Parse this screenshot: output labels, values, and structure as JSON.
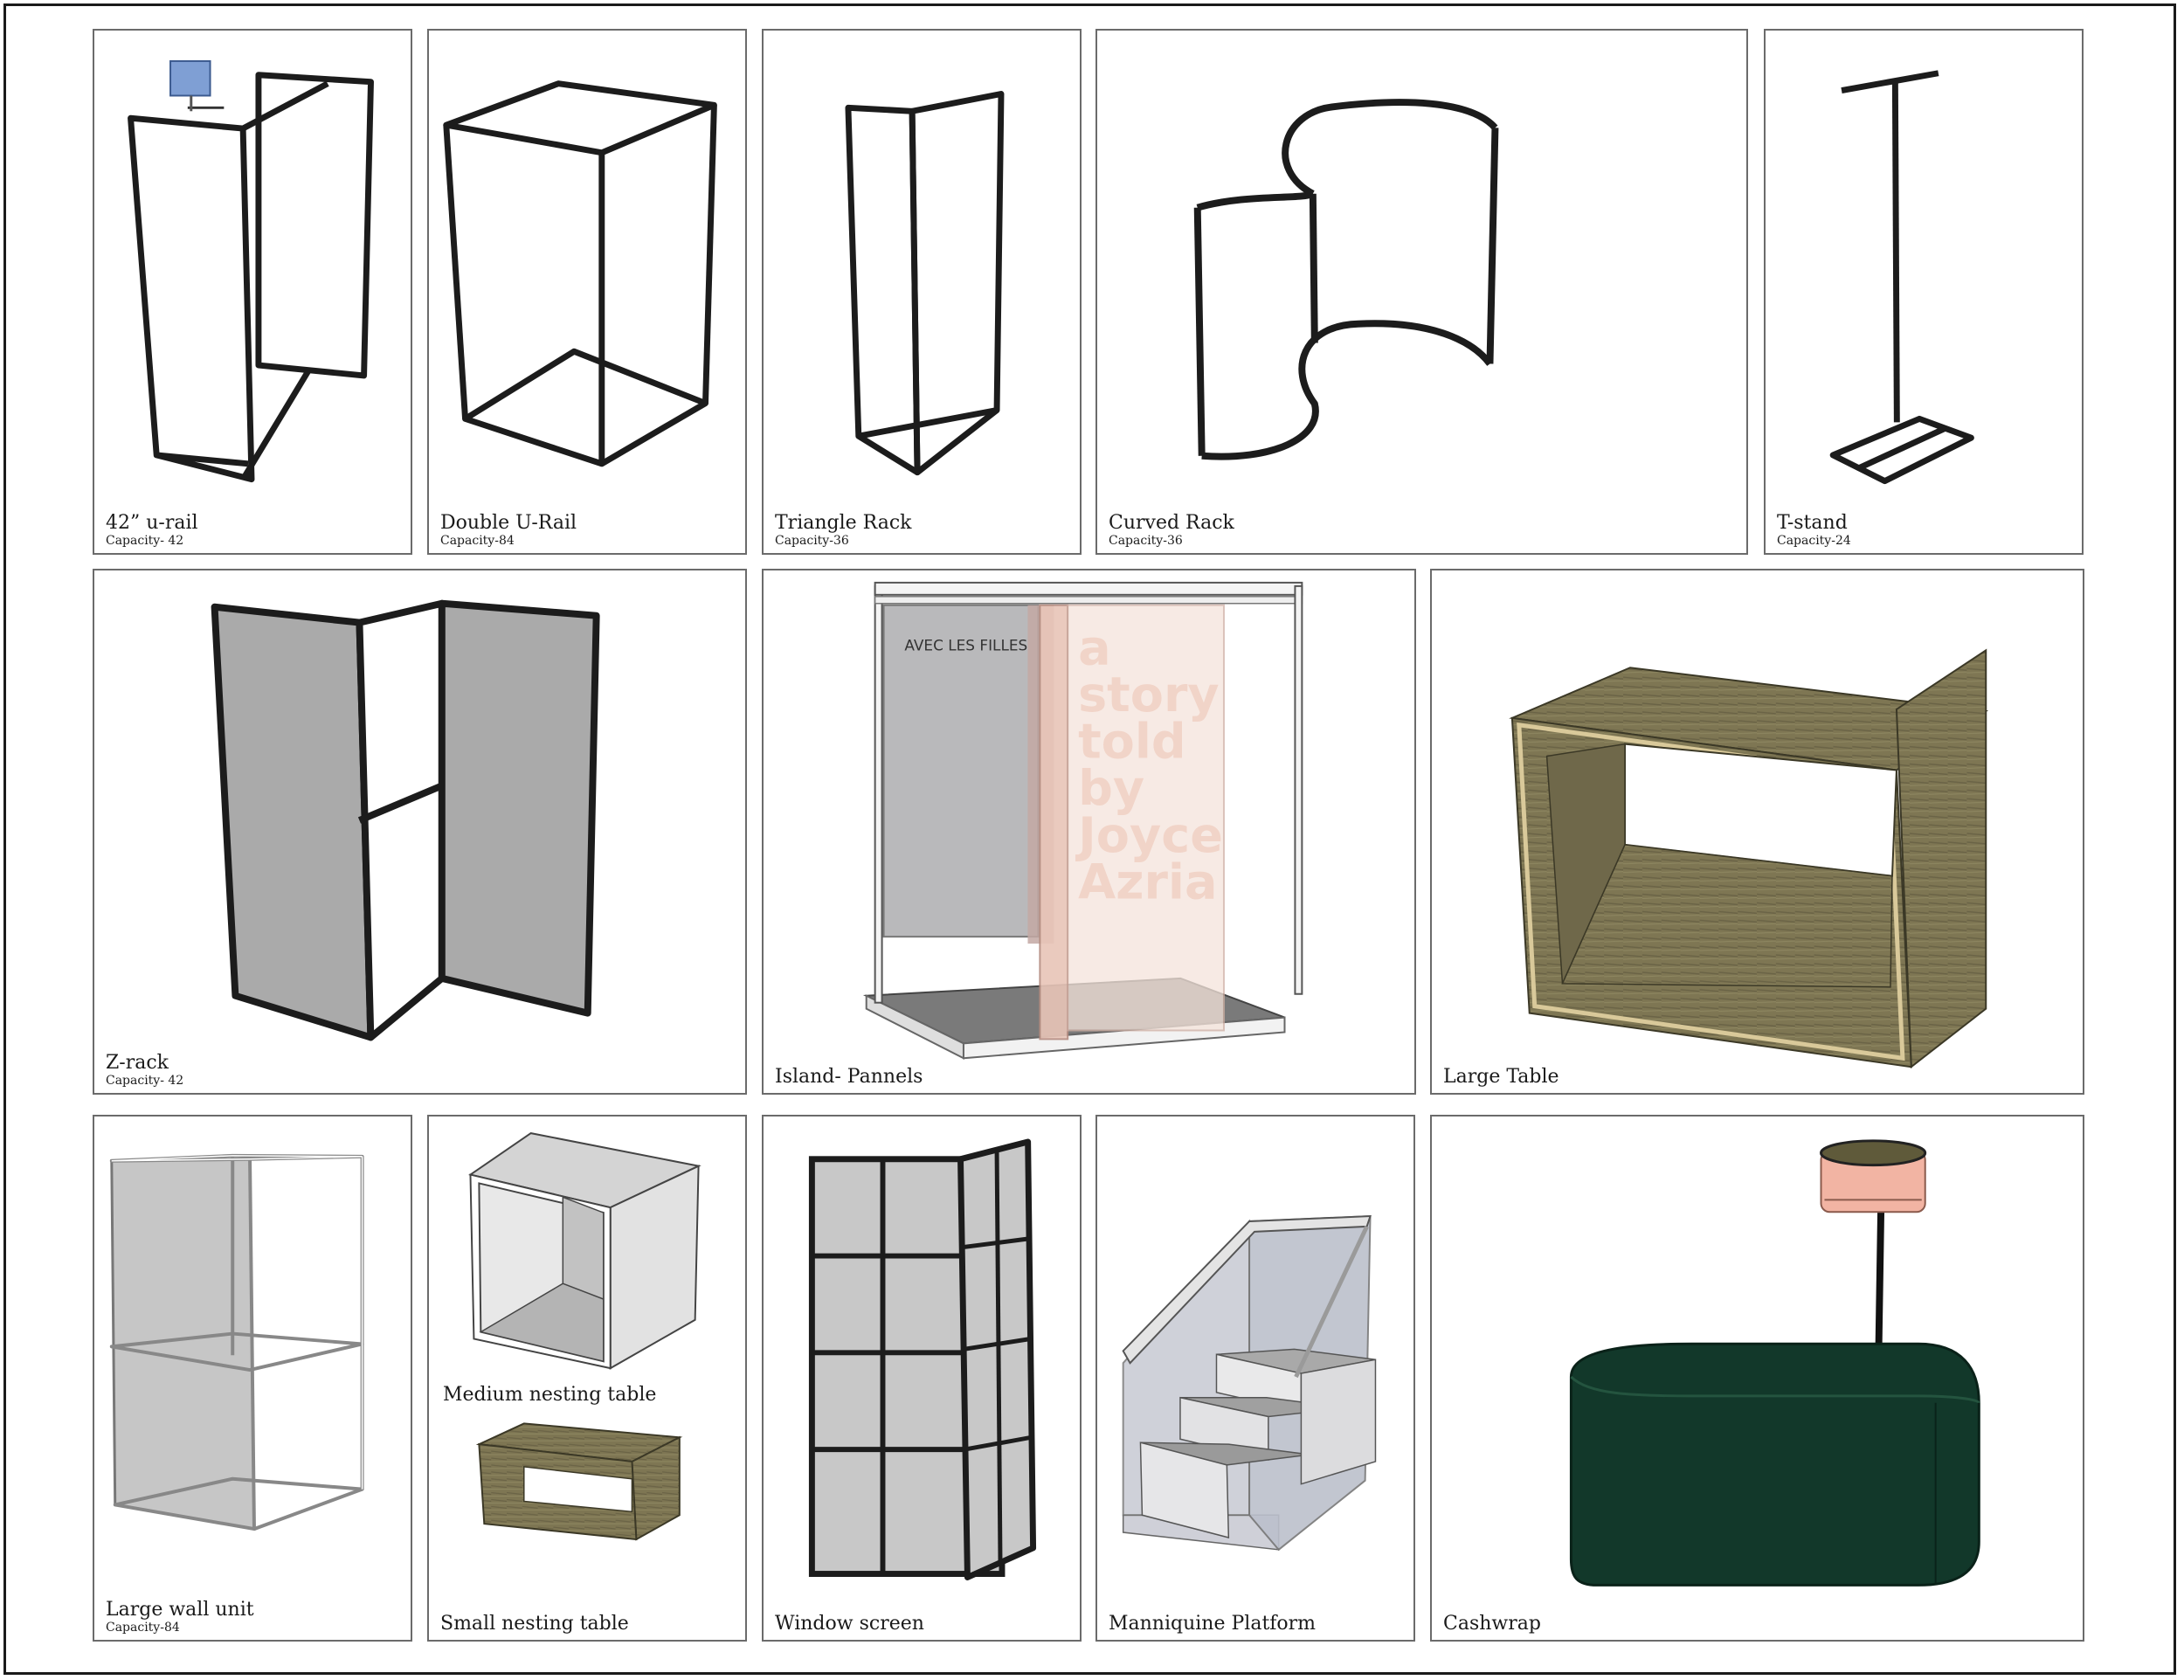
{
  "items": {
    "u_rail": {
      "name": "42” u-rail",
      "capacity": "Capacity- 42"
    },
    "double_u_rail": {
      "name": "Double U-Rail",
      "capacity": "Capacity-84"
    },
    "triangle_rack": {
      "name": "Triangle Rack",
      "capacity": "Capacity-36"
    },
    "curved_rack": {
      "name": "Curved Rack",
      "capacity": "Capacity-36"
    },
    "t_stand": {
      "name": "T-stand",
      "capacity": "Capacity-24"
    },
    "z_rack": {
      "name": "Z-rack",
      "capacity": "Capacity- 42"
    },
    "island_panels": {
      "name": "Island- Pannels",
      "panel_text": "AVEC LES FILLES",
      "poster_lines": [
        "a",
        "story",
        "told",
        "by",
        "Joyce",
        "Azria"
      ]
    },
    "large_table": {
      "name": "Large Table"
    },
    "large_wall_unit": {
      "name": "Large wall unit",
      "capacity": "Capacity-84"
    },
    "medium_nesting_table": {
      "name": "Medium nesting  table"
    },
    "small_nesting_table": {
      "name": "Small nesting table"
    },
    "window_screen": {
      "name": "Window screen"
    },
    "mannequin_platform": {
      "name": "Manniquine Platform"
    },
    "cashwrap": {
      "name": "Cashwrap"
    }
  },
  "colors": {
    "frame": "#1c1c1c",
    "panel_gray": "#aaaaaa",
    "sign_blue": "#7f9fd4",
    "wood": "#7e7653",
    "poster_pink": "#f0cdbf",
    "cashwrap_green": "#12382a",
    "lamp_pink": "#f2b4a3"
  }
}
